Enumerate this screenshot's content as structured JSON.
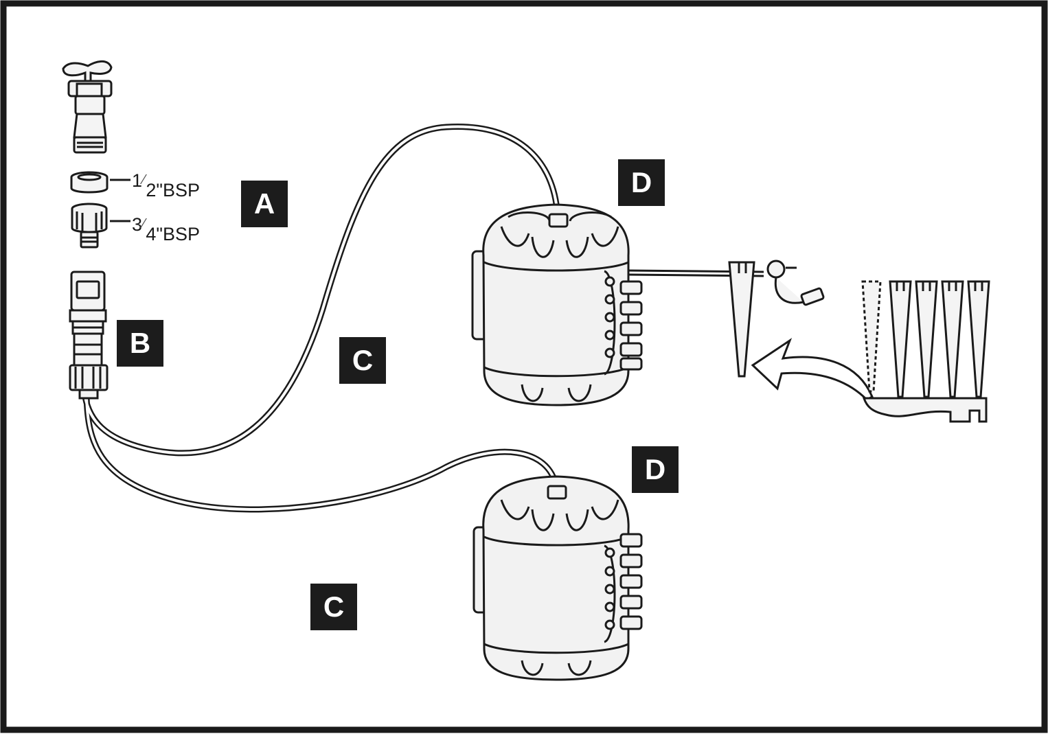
{
  "labels": {
    "a": "A",
    "b": "B",
    "c1": "C",
    "c2": "C",
    "d1": "D",
    "d2": "D"
  },
  "adaptors": {
    "half": {
      "numerator": "1",
      "denominator": "2",
      "unit": "\"BSP"
    },
    "three_quarter": {
      "numerator": "3",
      "denominator": "4",
      "unit": "\"BSP"
    }
  },
  "colors": {
    "line": "#1a1a1a",
    "label_bg": "#1c1c1c",
    "label_text": "#ffffff",
    "tank_fill": "#f2f2f2",
    "background": "#ffffff"
  },
  "icons": [
    "tap-icon",
    "tap-adaptor-icon",
    "hose-connector-icon",
    "water-tank-icon",
    "drip-stake-icon",
    "stake-holder-icon",
    "arrow-icon"
  ]
}
